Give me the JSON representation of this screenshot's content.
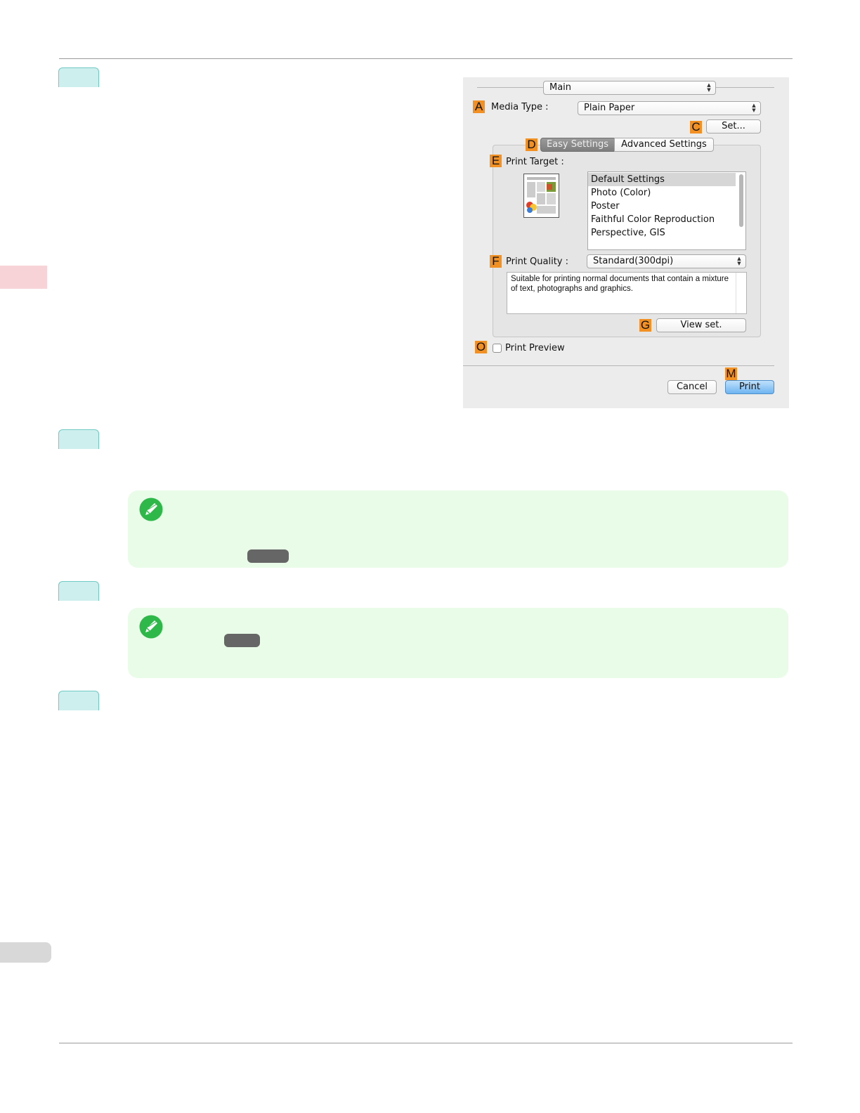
{
  "dialog": {
    "panel_popup": "Main",
    "media_type_label": "Media Type :",
    "media_type_value": "Plain Paper",
    "set_button": "Set...",
    "tabs": [
      "Easy Settings",
      "Advanced Settings"
    ],
    "print_target_label": "Print Target :",
    "print_targets": [
      "Default Settings",
      "Photo (Color)",
      "Poster",
      "Faithful Color Reproduction",
      "Perspective, GIS"
    ],
    "print_quality_label": "Print Quality :",
    "print_quality_value": "Standard(300dpi)",
    "description": "Suitable for printing normal documents that contain a mixture of text, photographs and graphics.",
    "view_set_button": "View set.",
    "print_preview_label": "Print Preview",
    "cancel_button": "Cancel",
    "print_button": "Print"
  },
  "badges": {
    "a": "A",
    "c": "C",
    "d": "D",
    "e": "E",
    "f": "F",
    "g": "G",
    "o": "O",
    "m": "M"
  },
  "colors": {
    "badge": "#f29024",
    "step_tab": "#cdf0ee",
    "note_bg": "#e8fce8",
    "note_icon": "#2fb84a",
    "side_tab_pink": "#f7d3d8",
    "side_tab_gray": "#d8d8d8"
  },
  "icons": {
    "note": "pencil-note-icon",
    "popup": "up-down-arrows-icon"
  }
}
